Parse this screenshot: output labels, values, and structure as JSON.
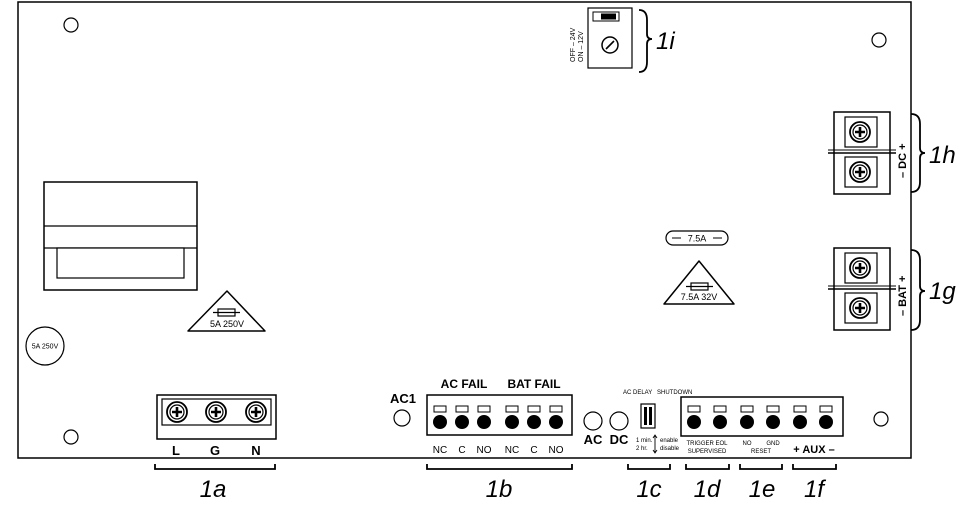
{
  "switch_1i": {
    "label_24v": "OFF – 24V",
    "label_12v": "ON – 12V",
    "callout": "1i"
  },
  "dc_output": {
    "text": "– DC +",
    "callout": "1h"
  },
  "battery": {
    "text": "– BAT +",
    "callout": "1g"
  },
  "fuse_main": {
    "rating": "5A 250V"
  },
  "fuse_round": {
    "rating": "5A 250V"
  },
  "fuse_battery": {
    "top_label": "7.5A",
    "rating": "7.5A 32V"
  },
  "ac_input": {
    "terminals": [
      "L",
      "G",
      "N"
    ],
    "callout": "1a"
  },
  "relays": {
    "ac1": "AC1",
    "ac_fail": "AC FAIL",
    "bat_fail": "BAT FAIL",
    "terminals": [
      "NC",
      "C",
      "NO",
      "NC",
      "C",
      "NO"
    ],
    "callout": "1b"
  },
  "leds": {
    "ac": "AC",
    "dc": "DC"
  },
  "dip_1c": {
    "ac_delay": "AC DELAY",
    "shutdown": "SHUTDOWN",
    "one_min": "1 min.",
    "two_hr": "2 hr.",
    "enable": "enable",
    "disable": "disable",
    "callout": "1c"
  },
  "trigger": {
    "line1": "TRIGGER EOL",
    "line2": "SUPERVISED",
    "callout": "1d"
  },
  "reset": {
    "no": "NO",
    "gnd": "GND",
    "label": "RESET",
    "callout": "1e"
  },
  "aux": {
    "label": "+ AUX –",
    "callout": "1f"
  }
}
